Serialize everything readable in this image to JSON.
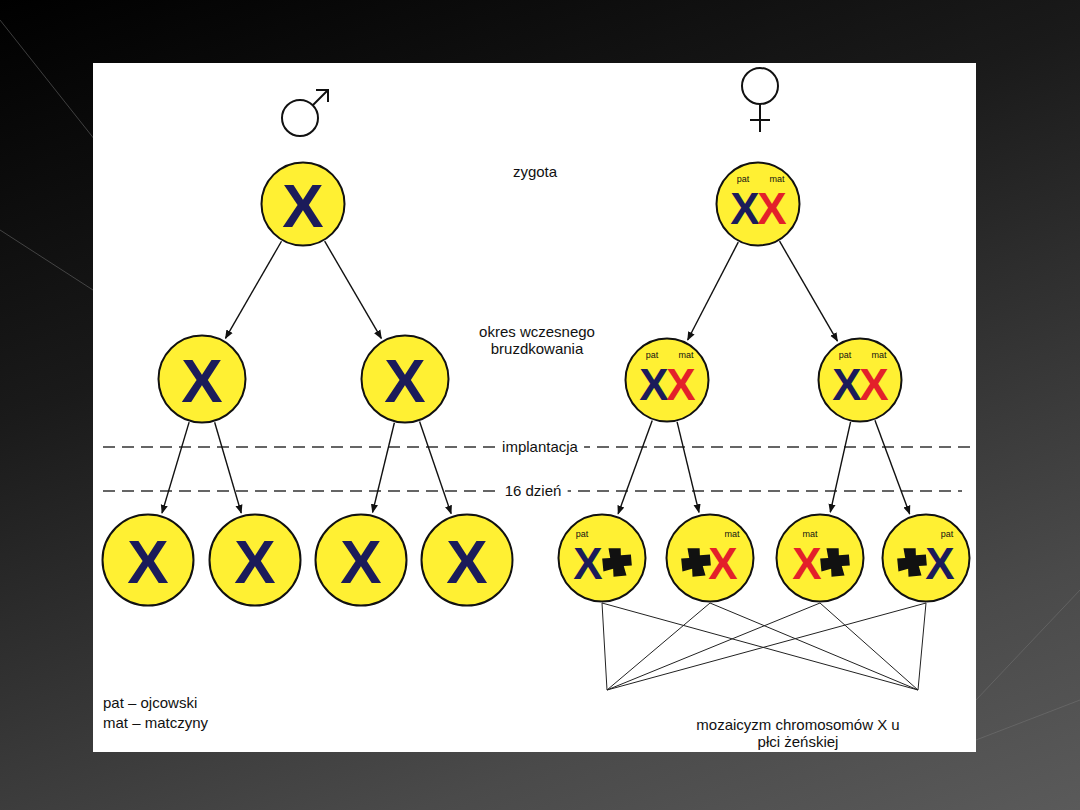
{
  "diagram": {
    "nodes": [
      {
        "text": [
          "X"
        ]
      },
      {
        "text": [
          "X"
        ]
      },
      {
        "text": [
          "X"
        ]
      },
      {
        "text": [
          "X"
        ]
      },
      {
        "text": [
          "X"
        ]
      },
      {
        "text": [
          "X"
        ]
      },
      {
        "text": [
          "X"
        ]
      },
      {
        "text": [
          "pat",
          "mat",
          "X",
          "X"
        ]
      },
      {
        "text": [
          "pat",
          "mat",
          "X",
          "X"
        ]
      },
      {
        "text": [
          "pat",
          "mat",
          "X",
          "X"
        ]
      },
      {
        "text": [
          "pat",
          "X"
        ]
      },
      {
        "text": [
          "mat",
          "X"
        ]
      },
      {
        "text": [
          "mat",
          "X"
        ]
      },
      {
        "text": [
          "pat",
          "X"
        ]
      }
    ],
    "edges": [
      {
        "from": 0,
        "to": 1,
        "arrow": "to"
      },
      {
        "from": 0,
        "to": 2,
        "arrow": "to"
      },
      {
        "from": 1,
        "to": 3,
        "arrow": "to"
      },
      {
        "from": 1,
        "to": 4,
        "arrow": "to"
      },
      {
        "from": 2,
        "to": 5,
        "arrow": "to"
      },
      {
        "from": 2,
        "to": 6,
        "arrow": "to"
      },
      {
        "from": 7,
        "to": 8,
        "arrow": "to"
      },
      {
        "from": 7,
        "to": 9,
        "arrow": "to"
      },
      {
        "from": 8,
        "to": 10,
        "arrow": "to"
      },
      {
        "from": 8,
        "to": 11,
        "arrow": "to"
      },
      {
        "from": 9,
        "to": 12,
        "arrow": "to"
      },
      {
        "from": 9,
        "to": 13,
        "arrow": "to"
      }
    ],
    "labels": [
      "zygota",
      "okres wczesnego bruzdkowania",
      "implantacja",
      "16 dzień",
      "pat – ojcowski",
      "mat – matczyny",
      "mozaicyzm chromosomów X u płci żeńskiej"
    ]
  }
}
